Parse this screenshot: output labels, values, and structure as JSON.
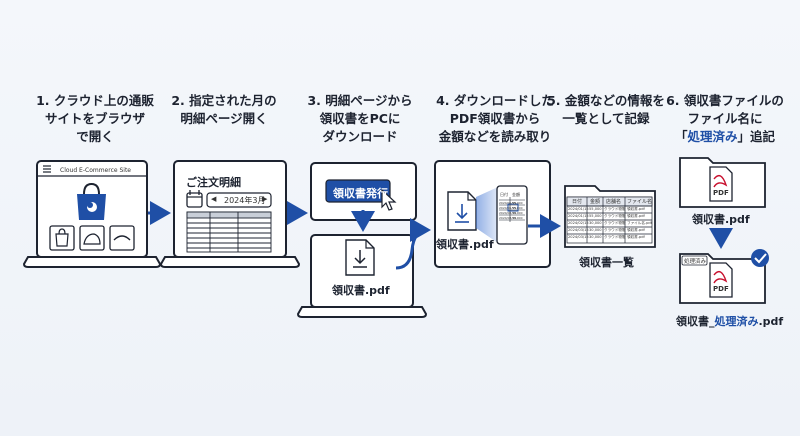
{
  "steps": [
    {
      "number": "1.",
      "line1": "クラウド上の通販",
      "line2": "サイトをブラウザ",
      "line3": "で開く"
    },
    {
      "number": "2.",
      "line1": "指定された月の",
      "line2": "明細ページ開く"
    },
    {
      "number": "3.",
      "line1": "明細ページから",
      "line2": "領収書をPCに",
      "line3": "ダウンロード"
    },
    {
      "number": "4.",
      "line1": "ダウンロードした",
      "line2": "PDF領収書から",
      "line3": "金額などを読み取り"
    },
    {
      "number": "5.",
      "line1": "金額などの情報を",
      "line2": "一覧として記録"
    },
    {
      "number": "6.",
      "line1": "領収書ファイルの",
      "line2": "ファイル名に",
      "line3_prefix": "「",
      "line3_em": "処理済み",
      "line3_suffix": "」追記"
    }
  ],
  "step1": {
    "site_name": "Cloud E-Commerce Site"
  },
  "step2": {
    "heading": "ご注文明細",
    "month": "2024年3月",
    "prev": "◀",
    "next": "▶"
  },
  "step3": {
    "button_label": "領収書発行",
    "file_label": "領収書.pdf"
  },
  "step4": {
    "file_label": "領収書.pdf"
  },
  "step5": {
    "headers": [
      "日付",
      "金額",
      "店舗名",
      "ファイル名"
    ],
    "rows": [
      [
        "2024/01/15",
        "55,000",
        "クラウド物販",
        "領収書.pdf"
      ],
      [
        "2024/01/15",
        "55,000",
        "クラウド物販",
        "領収書.pdf"
      ],
      [
        "2024/02/15",
        "30,000",
        "クラウド物販",
        "ファイル名.pdf"
      ],
      [
        "2024/03/15",
        "30,000",
        "クラウド物販",
        "領収書.pdf"
      ],
      [
        "2024/03/15",
        "30,000",
        "クラウド物販",
        "領収書.pdf"
      ]
    ],
    "caption": "領収書一覧",
    "mini_headers": [
      "日付",
      "金額"
    ],
    "mini_rows": [
      [
        "2024/01/15",
        "55,000"
      ],
      [
        "2024/01/15",
        "55,000"
      ],
      [
        "2024/02/15",
        "30,000"
      ],
      [
        "2024/03/15",
        "30,000"
      ]
    ]
  },
  "step6": {
    "pdf_tag": "PDF",
    "before_label": "領収書.pdf",
    "folder_tag": "処理済み",
    "after_prefix": "領収書_",
    "after_em": "処理済み",
    "after_suffix": ".pdf"
  },
  "colors": {
    "accent": "#1f4fa6",
    "ink": "#1d2330",
    "pdf_red": "#c8102e"
  }
}
